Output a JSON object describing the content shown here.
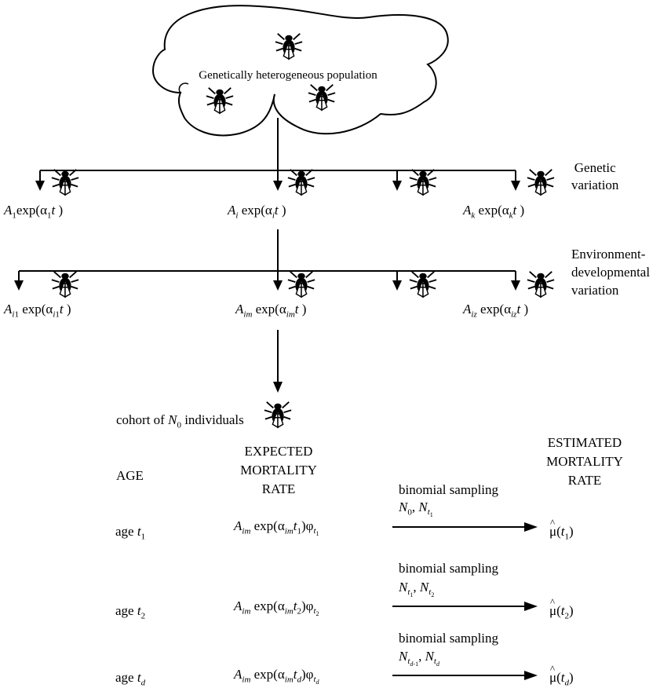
{
  "population": {
    "label": "Genetically heterogeneous population"
  },
  "side_labels": {
    "genetic": "Genetic\nvariation",
    "environmental": "Environment-\ndevelopmental\nvariation"
  },
  "cohort": {
    "prefix": "cohort of",
    "symbol": "N",
    "subscript": "0",
    "suffix": "individuals"
  },
  "headers": {
    "age": "AGE",
    "expected": "EXPECTED\nMORTALITY\nRATE",
    "estimated": "ESTIMATED\nMORTALITY\nRATE"
  },
  "sampling_label": "binomial sampling",
  "age_prefix": "age",
  "mortality_symbol": "μ",
  "icons": [
    "fly-icon"
  ]
}
